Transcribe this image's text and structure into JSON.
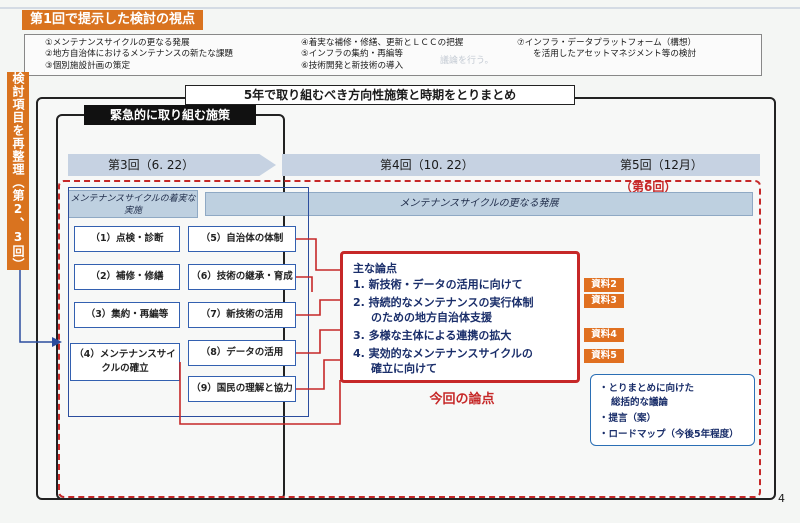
{
  "header": {
    "title": "第1回で提示した検討の視点"
  },
  "viewpoints": {
    "col1": [
      "①メンテナンスサイクルの更なる発展",
      "②地方自治体におけるメンテナンスの新たな課題",
      "③個別施設計画の策定"
    ],
    "col2": [
      "④着実な補修・修繕、更新とＬＣＣの把握",
      "⑤インフラの集約・再編等",
      "⑥技術開発と新技術の導入"
    ],
    "col3": [
      "⑦インフラ・データプラットフォーム（構想）",
      "を活用したアセットマネジメント等の検討"
    ]
  },
  "side_label": "検討項目を再整理（第2、3回）",
  "outer_title": "5年で取り組むべき方向性施策と時期をとりまとめ",
  "urgent_title": "緊急的に取り組む施策",
  "timeline": {
    "m3": "第3回（6. 22）",
    "m4": "第4回（10. 22）",
    "m5": "第5回（12月）",
    "m6": "（第6回）"
  },
  "bands": {
    "left": "メンテナンスサイクルの着実な実施",
    "right": "メンテナンスサイクルの更なる発展"
  },
  "left_items": [
    "（1）点検・診断",
    "（2）補修・修繕",
    "（3）集約・再編等",
    "（4）メンテナンスサイクルの確立"
  ],
  "right_items": [
    "（5）自治体の体制",
    "（6）技術の継承・育成",
    "（7）新技術の活用",
    "（8）データの活用",
    "（9）国民の理解と協力"
  ],
  "main_points": {
    "heading": "主な論点",
    "points": [
      "1. 新技術・データの活用に向けて",
      "2. 持続的なメンテナンスの実行体制",
      "のための地方自治体支援",
      "3. 多様な主体による連携の拡大",
      "4. 実効的なメンテナンスサイクルの",
      "確立に向けて"
    ]
  },
  "refs": [
    "資料2",
    "資料3",
    "資料4",
    "資料5"
  ],
  "this_time": "今回の論点",
  "summary": [
    "・とりまとめに向けた",
    "総括的な議論",
    "・提言（案）",
    "・ロードマップ（今後5年程度）"
  ],
  "page_number": "4",
  "colors": {
    "orange": "#d9731f",
    "red": "#c62828",
    "blue": "#2b4d9e",
    "band": "#bed0e0"
  }
}
